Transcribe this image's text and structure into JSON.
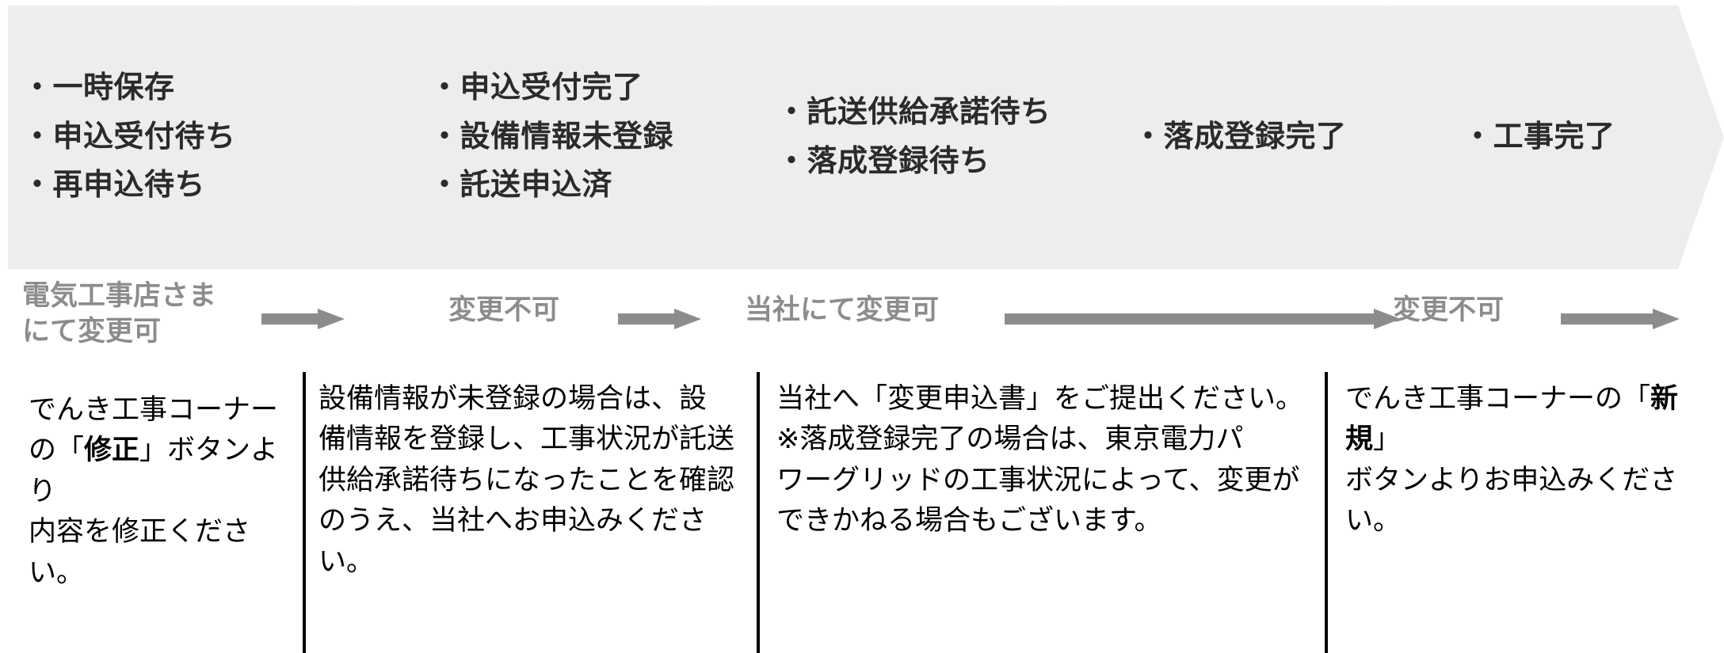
{
  "stages": [
    {
      "id": "stage-1",
      "lines": [
        "・一時保存",
        "・申込受付待ち",
        "・再申込待ち"
      ]
    },
    {
      "id": "stage-2",
      "lines": [
        "・申込受付完了",
        "・設備情報未登録",
        "・託送申込済"
      ]
    },
    {
      "id": "stage-3",
      "lines": [
        "・託送供給承諾待ち",
        "・落成登録待ち"
      ]
    },
    {
      "id": "stage-4",
      "lines": [
        "・落成登録完了"
      ]
    },
    {
      "id": "stage-5",
      "lines": [
        "・工事完了"
      ]
    }
  ],
  "flow": {
    "labels": [
      {
        "id": "flow-label-1",
        "line1": "電気工事店さま",
        "line2": "にて変更可"
      },
      {
        "id": "flow-label-2",
        "line1": "変更不可",
        "line2": ""
      },
      {
        "id": "flow-label-3",
        "line1": "当社にて変更可",
        "line2": ""
      },
      {
        "id": "flow-label-4",
        "line1": "変更不可",
        "line2": ""
      }
    ],
    "arrows": [
      {
        "id": "flow-arrow-1",
        "length": 105
      },
      {
        "id": "flow-arrow-2",
        "length": 105
      },
      {
        "id": "flow-arrow-3",
        "length": 500
      },
      {
        "id": "flow-arrow-4",
        "length": 150
      }
    ]
  },
  "notes": [
    {
      "id": "note-1",
      "segments": [
        {
          "text": "でんき工事コーナー\nの「",
          "bold": false
        },
        {
          "text": "修正",
          "bold": true
        },
        {
          "text": "」ボタンより\n内容を修正ください。",
          "bold": false
        }
      ]
    },
    {
      "id": "note-2",
      "segments": [
        {
          "text": "設備情報が未登録の場合は、設\n備情報を登録し、工事状況が託送\n供給承諾待ちになったことを確認\nのうえ、当社へお申込みください。",
          "bold": false
        }
      ]
    },
    {
      "id": "note-3",
      "segments": [
        {
          "text": "当社へ「変更申込書」をご提出ください。\n※落成登録完了の場合は、東京電力パ\nワーグリッドの工事状況によって、変更が\nできかねる場合もございます。",
          "bold": false
        }
      ]
    },
    {
      "id": "note-4",
      "segments": [
        {
          "text": "でんき工事コーナーの「",
          "bold": false
        },
        {
          "text": "新規",
          "bold": true
        },
        {
          "text": "」\nボタンよりお申込みください。",
          "bold": false
        }
      ]
    }
  ],
  "colors": {
    "chevron_fill": "#ededed",
    "chevron_text": "#2b2b2b",
    "flow_gray": "#8c8c8c",
    "note_text": "#000000",
    "divider": "#000000",
    "background": "#ffffff"
  }
}
